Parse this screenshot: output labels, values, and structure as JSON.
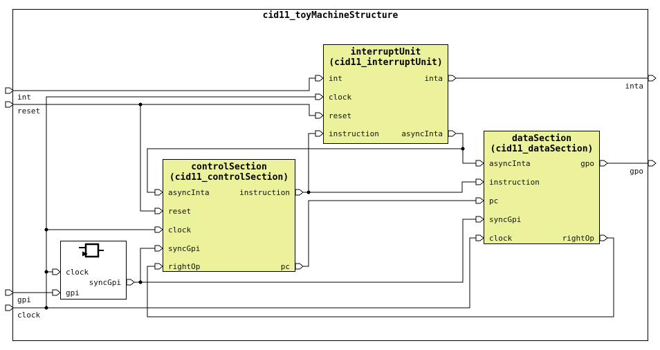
{
  "title": "cid11_toyMachineStructure",
  "colors": {
    "block_fill": "#ECF29B",
    "block_border": "#000000",
    "wire": "#000000",
    "background": "#FFFFFF"
  },
  "blocks": [
    {
      "id": "interruptUnit",
      "title": "interruptUnit",
      "subtitle": "(cid11_interruptUnit)",
      "left_ports": [
        "int",
        "clock",
        "reset",
        "instruction"
      ],
      "right_ports": [
        "inta",
        "asyncInta"
      ]
    },
    {
      "id": "controlSection",
      "title": "controlSection",
      "subtitle": "(cid11_controlSection)",
      "left_ports": [
        "asyncInta",
        "reset",
        "clock",
        "syncGpi",
        "rightOp"
      ],
      "right_ports": [
        "instruction",
        "pc"
      ]
    },
    {
      "id": "dataSection",
      "title": "dataSection",
      "subtitle": "(cid11_dataSection)",
      "left_ports": [
        "asyncInta",
        "instruction",
        "pc",
        "syncGpi",
        "clock"
      ],
      "right_ports": [
        "gpo",
        "rightOp"
      ]
    },
    {
      "id": "register",
      "title": "",
      "subtitle": "",
      "left_ports": [
        "clock",
        "gpi"
      ],
      "right_ports": [
        "syncGpi"
      ],
      "icon": "register-flipflop-icon"
    }
  ],
  "boundary": {
    "left_ports": [
      "int",
      "reset",
      "gpi",
      "clock"
    ],
    "right_ports": [
      "inta",
      "gpo"
    ]
  },
  "nets": [
    {
      "name": "int",
      "from": "boundary.int",
      "to": [
        "interruptUnit.int"
      ]
    },
    {
      "name": "reset",
      "from": "boundary.reset",
      "to": [
        "interruptUnit.reset",
        "controlSection.reset"
      ]
    },
    {
      "name": "clock",
      "from": "boundary.clock",
      "to": [
        "interruptUnit.clock",
        "controlSection.clock",
        "dataSection.clock",
        "register.clock"
      ]
    },
    {
      "name": "gpi",
      "from": "boundary.gpi",
      "to": [
        "register.gpi"
      ]
    },
    {
      "name": "syncGpi",
      "from": "register.syncGpi",
      "to": [
        "controlSection.syncGpi",
        "dataSection.syncGpi"
      ]
    },
    {
      "name": "instruction",
      "from": "controlSection.instruction",
      "to": [
        "interruptUnit.instruction",
        "dataSection.instruction"
      ]
    },
    {
      "name": "pc",
      "from": "controlSection.pc",
      "to": [
        "dataSection.pc"
      ]
    },
    {
      "name": "inta",
      "from": "interruptUnit.inta",
      "to": [
        "boundary.inta"
      ]
    },
    {
      "name": "asyncInta",
      "from": "interruptUnit.asyncInta",
      "to": [
        "controlSection.asyncInta",
        "dataSection.asyncInta"
      ]
    },
    {
      "name": "gpo",
      "from": "dataSection.gpo",
      "to": [
        "boundary.gpo"
      ]
    },
    {
      "name": "rightOp",
      "from": "dataSection.rightOp",
      "to": [
        "controlSection.rightOp"
      ]
    }
  ]
}
